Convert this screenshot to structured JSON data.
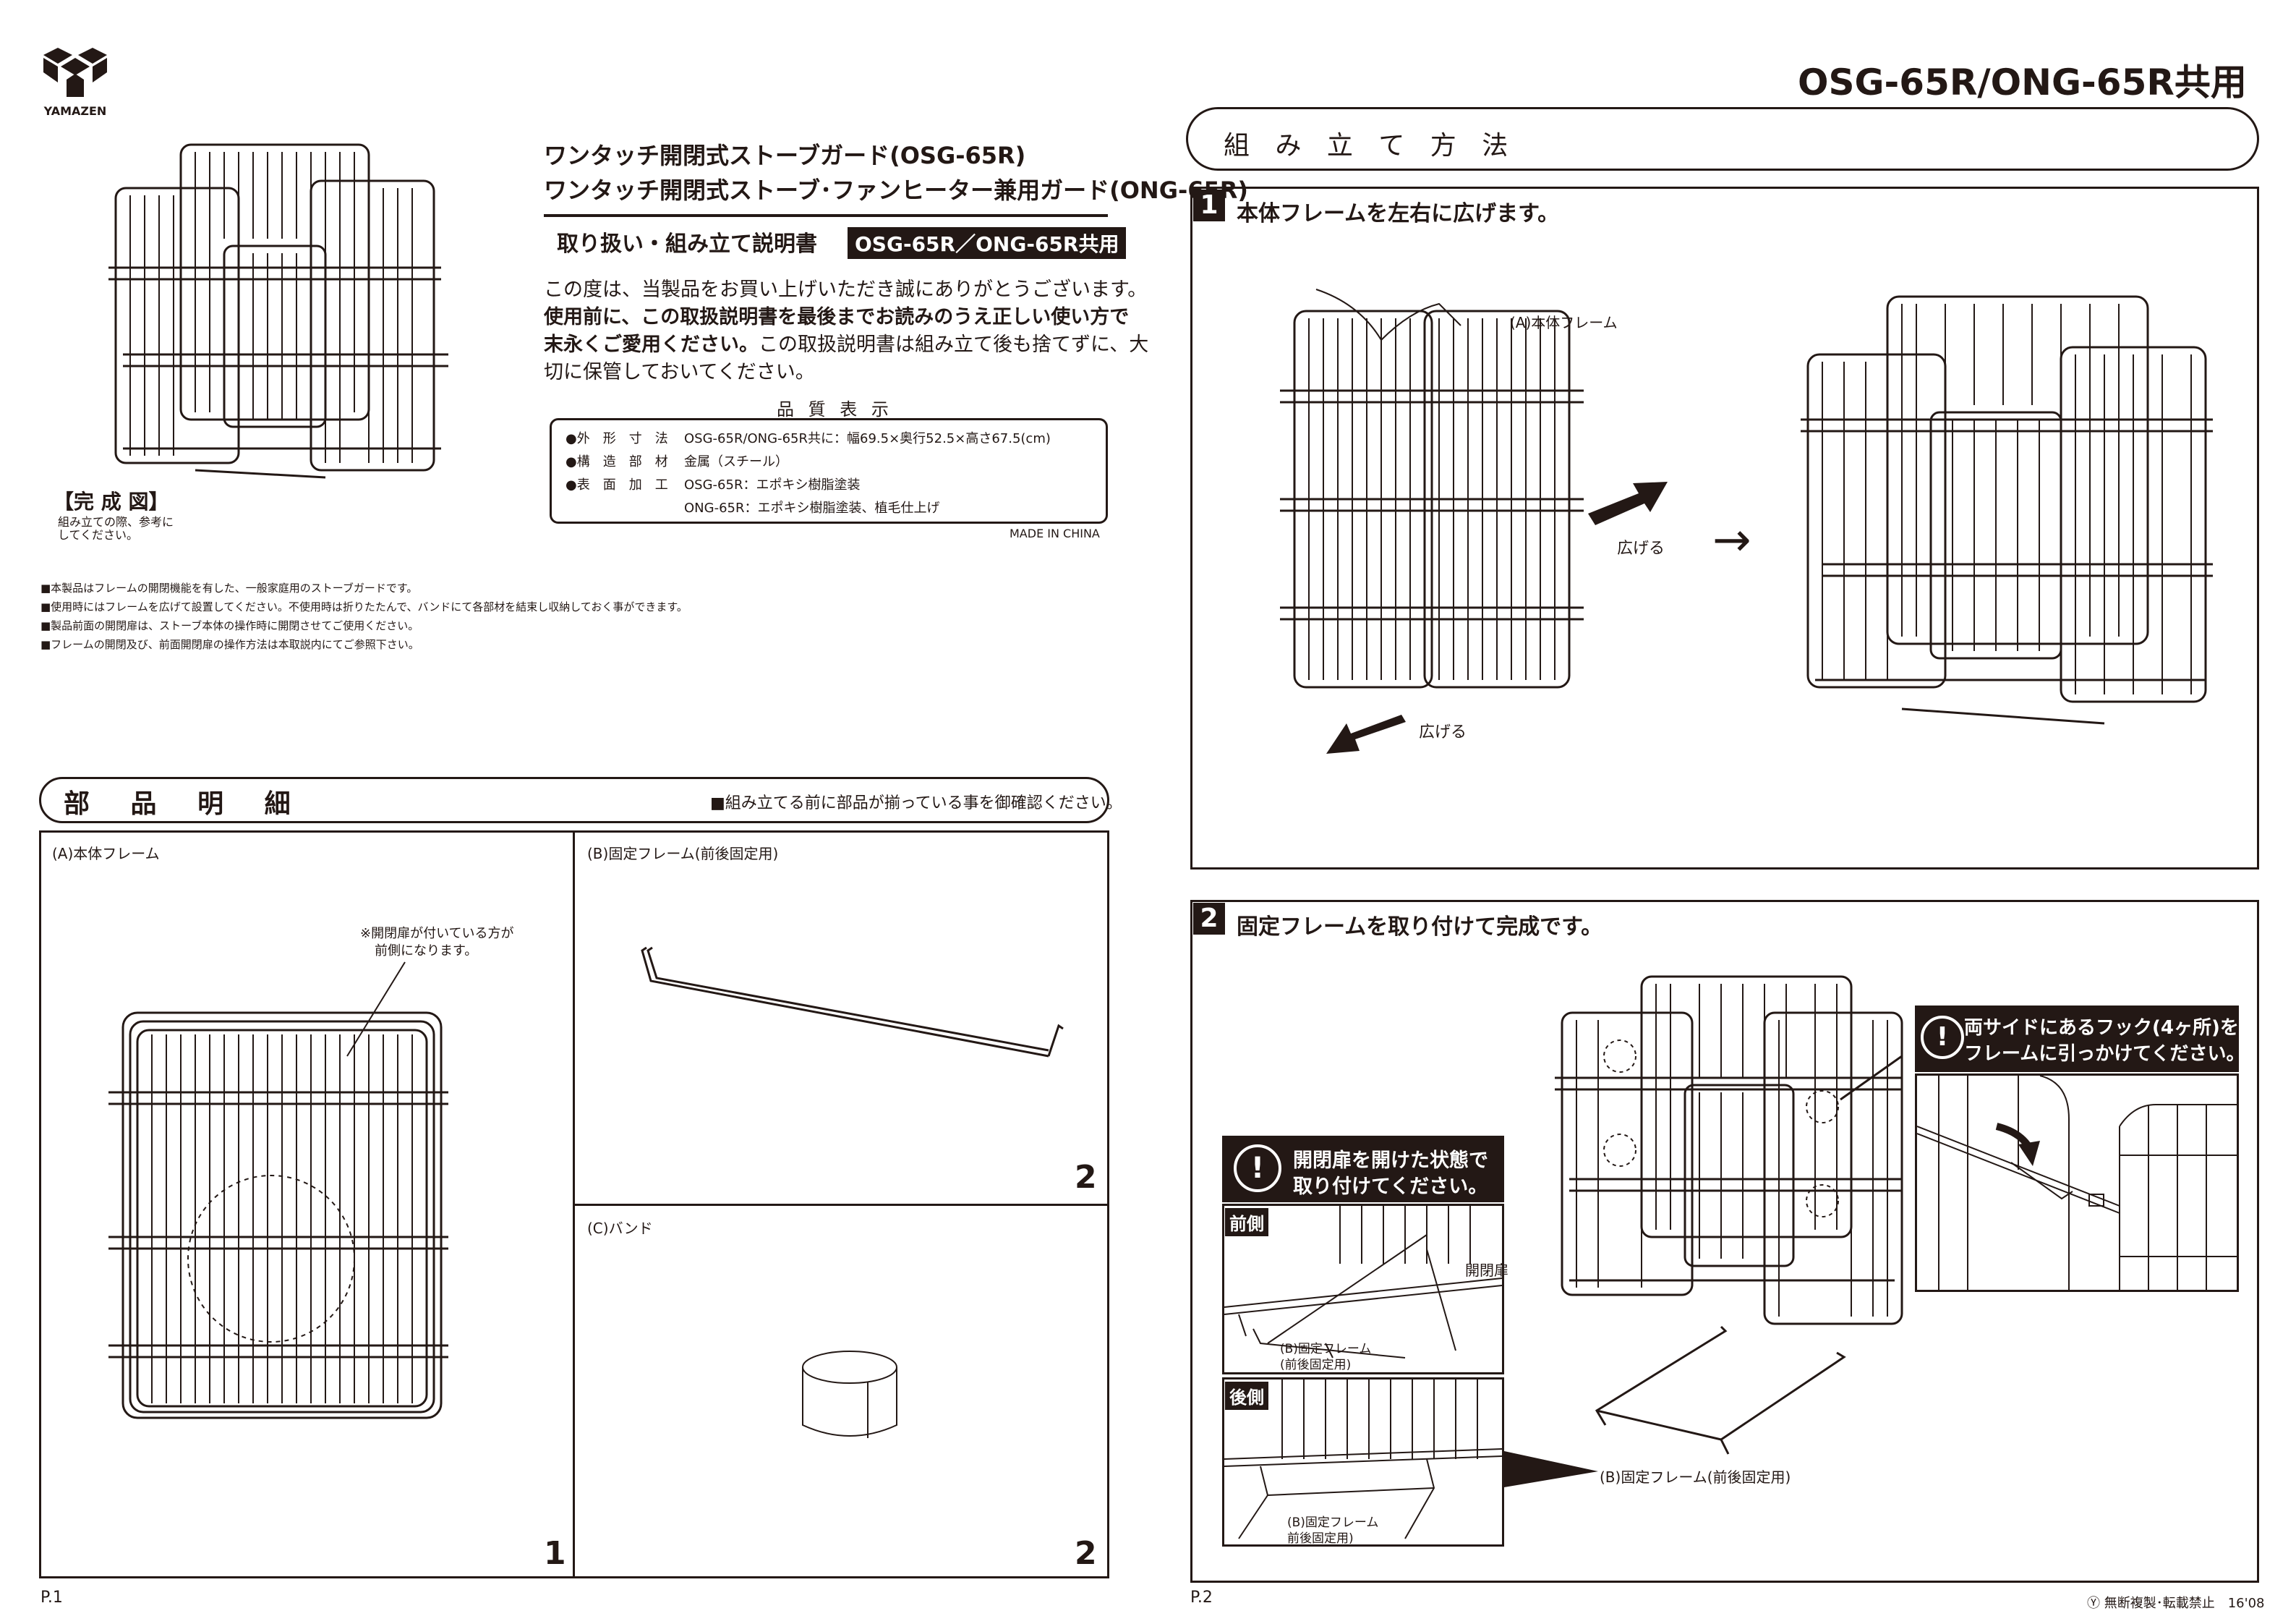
{
  "brand": {
    "name": "YAMAZEN"
  },
  "header": {
    "model_title": "OSG-65R/ONG-65R共用"
  },
  "left": {
    "product_title_1": "ワンタッチ開閉式ストーブガード(OSG-65R)",
    "product_title_2": "ワンタッチ開閉式ストーブ･ファンヒーター兼用ガード(ONG-65R)",
    "manual_label": "取り扱い・組み立て説明書",
    "manual_model_tag": "OSG-65R／ONG-65R共用",
    "intro_line1": "この度は、当製品をお買い上げいただき誠にありがとうございます。",
    "intro_line2": "使用前に、この取扱説明書を最後までお読みのうえ正しい使い方で",
    "intro_line3a": "末永くご愛用ください。",
    "intro_line3b": "この取扱説明書は組み立て後も捨てずに、大",
    "intro_line4": "切に保管しておいてください。",
    "quality_title": "品 質 表 示",
    "quality_rows": [
      {
        "key": "●外　形　寸　法",
        "value": "OSG-65R/ONG-65R共に：幅69.5×奥行52.5×高さ67.5(cm)"
      },
      {
        "key": "●構　造　部　材",
        "value": "金属（スチール）"
      },
      {
        "key": "●表　面　加　工",
        "value": "OSG-65R：エポキシ樹脂塗装"
      },
      {
        "key": "",
        "value": "ONG-65R：エポキシ樹脂塗装、植毛仕上げ"
      }
    ],
    "made_in": "MADE IN CHINA",
    "completed_label": "【完 成 図】",
    "completed_note_1": "組み立ての際、参考に",
    "completed_note_2": "してください。",
    "notes": [
      "■本製品はフレームの開閉機能を有した、一般家庭用のストーブガードです。",
      "■使用時にはフレームを広げて設置してください。不使用時は折りたたんで、バンドにて各部材を結束し収納しておく事ができます。",
      "■製品前面の開閉扉は、ストーブ本体の操作時に開閉させてご使用ください。",
      "■フレームの開閉及び、前面開閉扉の操作方法は本取説内にてご参照下さい。"
    ],
    "parts_section_title": "部 品 明 細",
    "parts_section_note": "■組み立てる前に部品が揃っている事を御確認ください。",
    "parts": [
      {
        "label": "(A)本体フレーム",
        "qty": "1"
      },
      {
        "label": "(B)固定フレーム(前後固定用)",
        "qty": "2"
      },
      {
        "label": "(C)バンド",
        "qty": "2"
      }
    ],
    "door_note_1": "※開閉扉が付いている方が",
    "door_note_2": "前側になります。",
    "page": "P.1"
  },
  "right": {
    "assembly_title": "組 み 立 て 方 法",
    "step1": {
      "num": "1",
      "title": "本体フレームを左右に広げます。",
      "frame_label": "(A)本体フレーム",
      "spread_1": "広げる",
      "spread_2": "広げる",
      "arrow": "→"
    },
    "step2": {
      "num": "2",
      "title": "固定フレームを取り付けて完成です。",
      "warn_door_1": "開閉扉を開けた状態で",
      "warn_door_2": "取り付けてください。",
      "front_label": "前側",
      "door_label": "開閉扉",
      "b_label_1": "(B)固定フレーム",
      "b_label_2": "(前後固定用)",
      "back_label": "後側",
      "b_label_3": "(B)固定フレーム",
      "b_label_4": "前後固定用)",
      "b_label_main": "(B)固定フレーム(前後固定用)",
      "warn_hook_1": "両サイドにあるフック(4ヶ所)を",
      "warn_hook_2": "フレームに引っかけてください。",
      "warn_icon": "!"
    },
    "page": "P.2",
    "copyright": "Ⓨ 無断複製･転載禁止　16'08"
  }
}
